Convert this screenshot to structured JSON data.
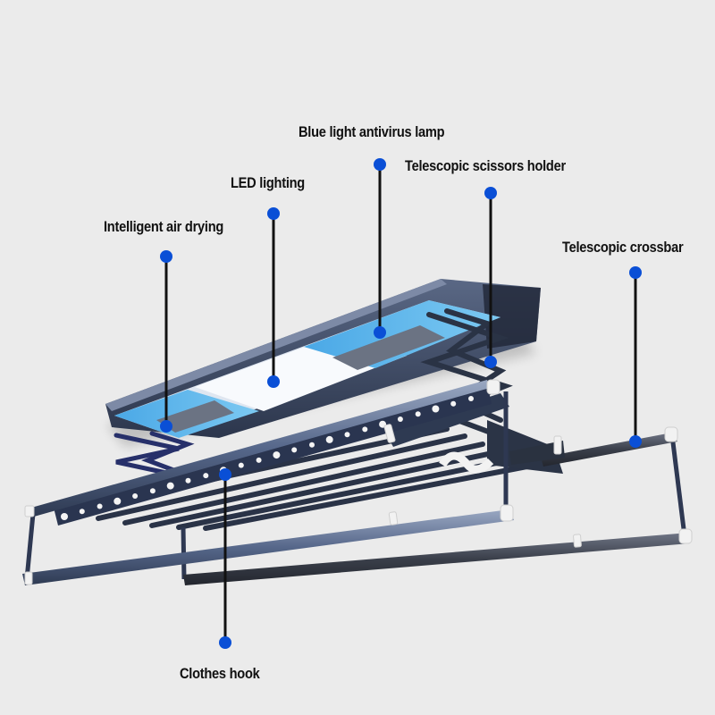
{
  "callouts": [
    {
      "id": "blue-light-antivirus-lamp",
      "label": "Blue light antivirus lamp"
    },
    {
      "id": "telescopic-scissors-holder",
      "label": "Telescopic scissors holder"
    },
    {
      "id": "led-lighting",
      "label": "LED lighting"
    },
    {
      "id": "intelligent-air-drying",
      "label": "Intelligent air drying"
    },
    {
      "id": "telescopic-crossbar",
      "label": "Telescopic crossbar"
    },
    {
      "id": "clothes-hook",
      "label": "Clothes hook"
    }
  ],
  "colors": {
    "background": "#ebebeb",
    "callout_dot": "#0a4fd6",
    "leader_line": "#111111",
    "housing": "#3d4a63",
    "uv_panel": "#5ab8ec",
    "led_panel": "#f7f9fc",
    "rack": "#2c3850",
    "bar_light": "#6d7fa0",
    "bar_dark": "#3a3f4a",
    "clip": "#f2f2f2"
  }
}
